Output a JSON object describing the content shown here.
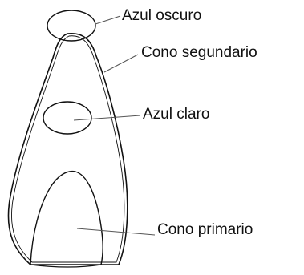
{
  "labels": {
    "dark_blue": "Azul oscuro",
    "secondary_cone": "Cono segundario",
    "light_blue": "Azul claro",
    "primary_cone": "Cono primario"
  },
  "colors": {
    "stroke": "#111111",
    "leader": "#555555",
    "background": "#ffffff"
  }
}
